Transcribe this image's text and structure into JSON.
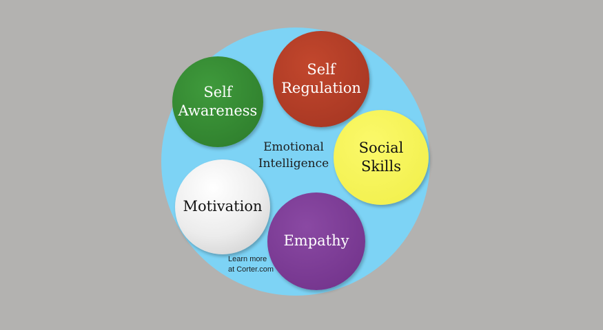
{
  "diagram": {
    "center": {
      "line1": "Emotional",
      "line2": "Intelligence"
    },
    "nodes": {
      "self_awareness": {
        "line1": "Self",
        "line2": "Awareness",
        "color": "#2c7a2a"
      },
      "self_regulation": {
        "line1": "Self",
        "line2": "Regulation",
        "color": "#a23421"
      },
      "social_skills": {
        "line1": "Social",
        "line2": "Skills",
        "color": "#f0ee48"
      },
      "motivation": {
        "label": "Motivation",
        "color": "#e6e6e6"
      },
      "empathy": {
        "label": "Empathy",
        "color": "#6f3088"
      }
    },
    "credit": {
      "line1": "Learn more",
      "line2": "at Corter.com"
    },
    "colors": {
      "background": "#b3b2b0",
      "outer_circle": "#7dd3f5"
    }
  }
}
